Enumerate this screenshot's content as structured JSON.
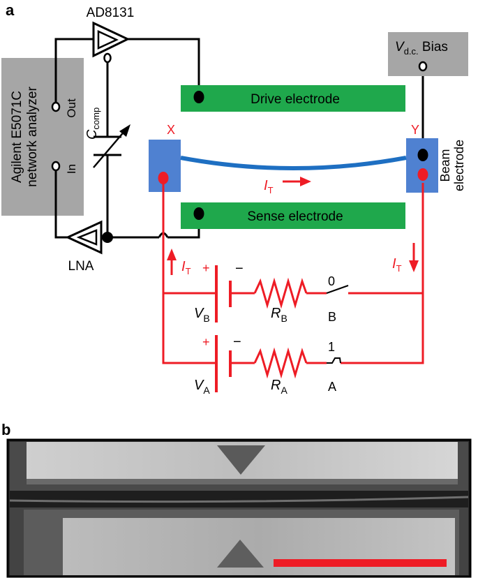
{
  "panel_a": {
    "label": "a",
    "analyzer": {
      "line1": "Agilent E5071C",
      "line2": "network analyzer"
    },
    "ports": {
      "out": "Out",
      "in": "In"
    },
    "amp_top": "AD8131",
    "amp_bottom": "LNA",
    "ccomp": {
      "main": "C",
      "sub": "comp"
    },
    "bias": {
      "v": "V",
      "sub": "d.c.",
      "rest": " Bias"
    },
    "drive": "Drive electrode",
    "sense": "Sense electrode",
    "beam": {
      "line1": "Beam",
      "line2": "electrode"
    },
    "node_x": "X",
    "node_y": "Y",
    "current": {
      "main": "I",
      "sub": "T"
    },
    "plus": "+",
    "minus": "−",
    "vb": {
      "main": "V",
      "sub": "B"
    },
    "va": {
      "main": "V",
      "sub": "A"
    },
    "rb": {
      "main": "R",
      "sub": "B"
    },
    "ra": {
      "main": "R",
      "sub": "A"
    },
    "switch_b": {
      "state": "0",
      "label": "B"
    },
    "switch_a": {
      "state": "1",
      "label": "A"
    }
  },
  "panel_b": {
    "label": "b"
  },
  "colors": {
    "red": "#ee1c25",
    "green": "#1fa84c",
    "blue": "#4f81d1",
    "beam": "#1e6fc2",
    "gray": "#a6a6a6"
  }
}
